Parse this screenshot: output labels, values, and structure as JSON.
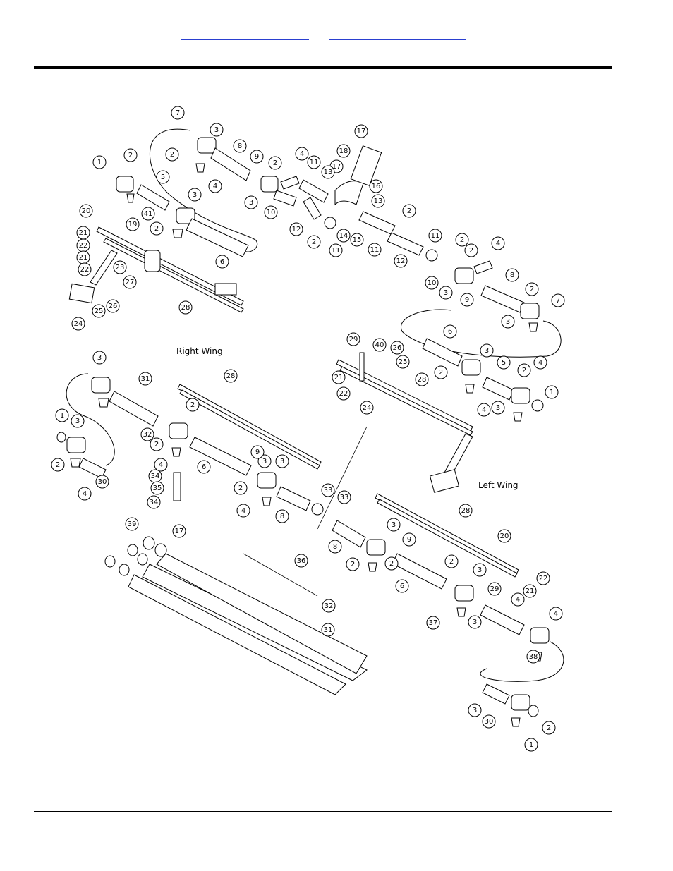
{
  "header": {
    "links": [
      {
        "label": "",
        "color": "#2a3fd0"
      },
      {
        "label": "",
        "color": "#2a3fd0"
      }
    ]
  },
  "diagram": {
    "labels": {
      "right_wing": "Right Wing",
      "left_wing": "Left Wing"
    },
    "callouts": [
      "7",
      "3",
      "2",
      "8",
      "9",
      "2",
      "4",
      "17",
      "18",
      "17",
      "1",
      "2",
      "11",
      "13",
      "16",
      "3",
      "5",
      "3",
      "10",
      "13",
      "41",
      "11",
      "2",
      "20",
      "19",
      "12",
      "2",
      "14",
      "15",
      "11",
      "21",
      "22",
      "2",
      "4",
      "6",
      "21",
      "22",
      "23",
      "12",
      "11",
      "2",
      "4",
      "2",
      "10",
      "8",
      "27",
      "3",
      "9",
      "2",
      "7",
      "24",
      "25",
      "26",
      "28",
      "3",
      "4",
      "6",
      "3",
      "29",
      "40",
      "26",
      "2",
      "25",
      "5",
      "2",
      "21",
      "3",
      "31",
      "28",
      "22",
      "24",
      "28",
      "1",
      "4",
      "3",
      "1",
      "3",
      "32",
      "2",
      "2",
      "3",
      "4",
      "9",
      "3",
      "2",
      "4",
      "6",
      "30",
      "34",
      "35",
      "2",
      "4",
      "8",
      "33",
      "33",
      "34",
      "39",
      "17",
      "3",
      "28",
      "9",
      "20",
      "8",
      "2",
      "2",
      "36",
      "2",
      "3",
      "6",
      "29",
      "21",
      "22",
      "2",
      "3",
      "4",
      "32",
      "31",
      "37",
      "38",
      "4",
      "3",
      "30",
      "2",
      "1",
      "4"
    ]
  }
}
